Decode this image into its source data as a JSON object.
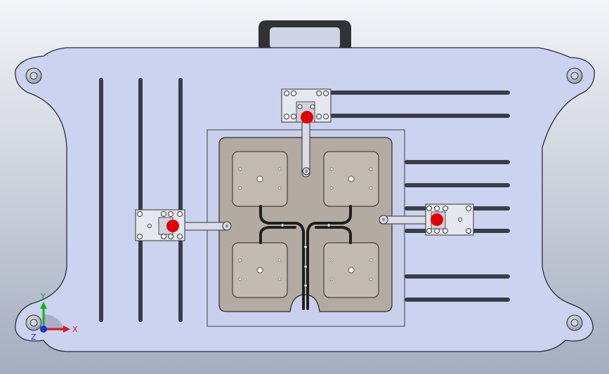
{
  "viewport": {
    "background_top": "#f3f4f8",
    "background_bottom": "#a4adbf"
  },
  "colors": {
    "plate_fill": "#cbd3f0",
    "plate_stroke": "#2a2d3a",
    "slot_fill": "#3a3d48",
    "recess_fill": "#c9d0ec",
    "tray_fill": "#b3aaa1",
    "pad_fill": "#c3bab1",
    "marker_fill": "#e20000",
    "handle_fill": "#303236",
    "axis_y_color": "#12b512",
    "axis_x_color": "#e01717",
    "axis_z_color": "#1c2ee0"
  },
  "triad": {
    "x_label": "X",
    "y_label": "Y",
    "z_label": "Z"
  }
}
